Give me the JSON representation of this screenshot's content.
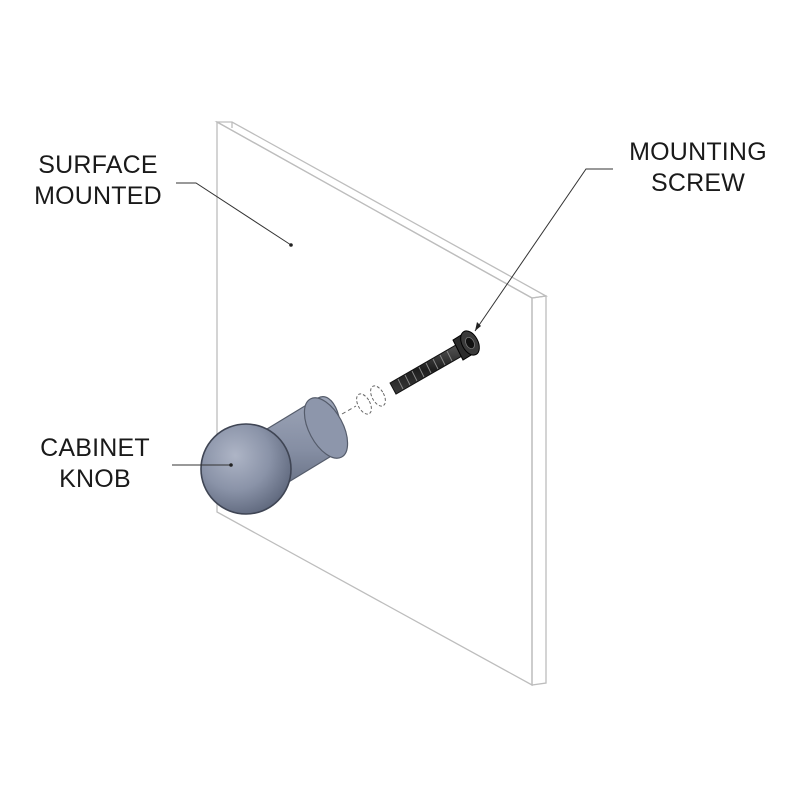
{
  "labels": {
    "surface": {
      "line1": "SURFACE",
      "line2": "MOUNTED"
    },
    "screw": {
      "line1": "MOUNTING",
      "line2": "SCREW"
    },
    "knob": {
      "line1": "CABINET",
      "line2": "KNOB"
    }
  },
  "colors": {
    "panel_edge": "#b8b8b8",
    "leader": "#333333",
    "knob_fill": "#8a93a8",
    "knob_shadow": "#5e677c",
    "screw_fill": "#2a2a2a"
  }
}
